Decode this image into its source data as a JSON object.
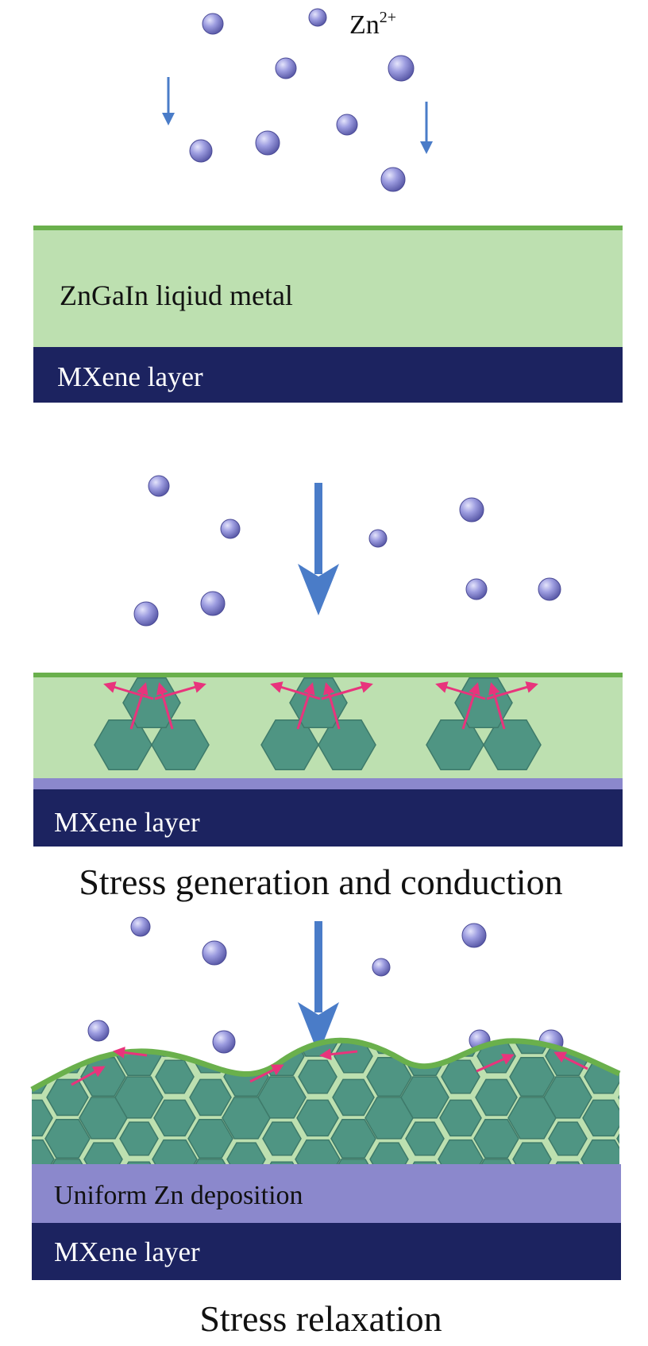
{
  "labels": {
    "zn_ion": "Zn",
    "zn_charge": "2+",
    "liquid_metal": "ZnGaIn liqiud metal",
    "mxene_1": "MXene layer",
    "mxene_2": "MXene layer",
    "mxene_3": "MXene layer",
    "uniform_zn": "Uniform Zn deposition",
    "caption_stress_gen": "Stress generation and conduction",
    "caption_stress_relax": "Stress relaxation"
  },
  "colors": {
    "liquid_metal": "#bde0b0",
    "liquid_surface": "#6ab04c",
    "mxene": "#1c2360",
    "zn_deposit_layer": "#8b88cc",
    "hexagon": "#4f9583",
    "hexagon_edge": "#3e7a6a",
    "stress_arrow": "#e8347c",
    "flow_arrow": "#4a7cc8",
    "ion": "#8a8ad2"
  }
}
